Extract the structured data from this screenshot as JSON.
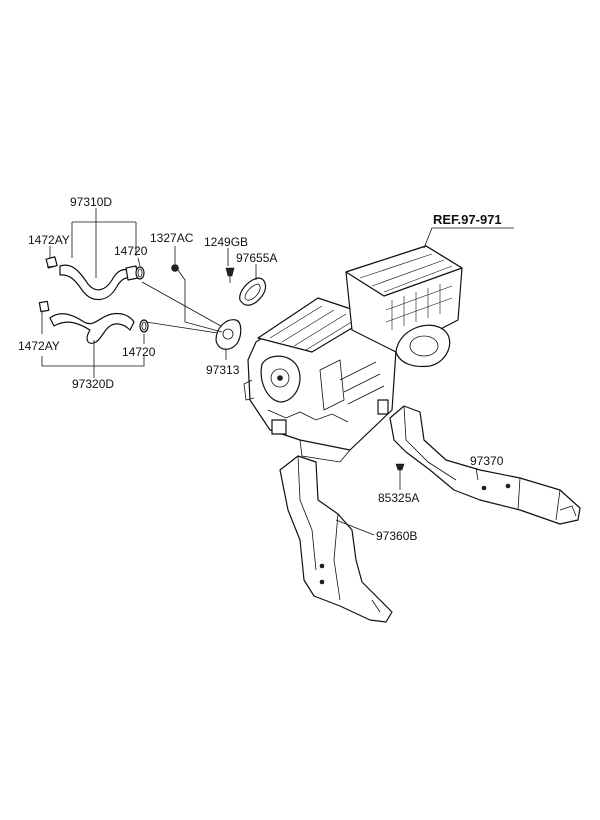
{
  "labels": {
    "hose_upper": "97310D",
    "clamp_upper_left": "1472AY",
    "clamp_upper_right": "14720",
    "nut": "1327AC",
    "screw": "1249GB",
    "seal_upper": "97655A",
    "clamp_lower_left": "1472AY",
    "clamp_lower_right": "14720",
    "grommet": "97313",
    "hose_lower": "97320D",
    "reference": "REF.97-971",
    "duct_right": "97370",
    "clip": "85325A",
    "duct_left": "97360B"
  }
}
